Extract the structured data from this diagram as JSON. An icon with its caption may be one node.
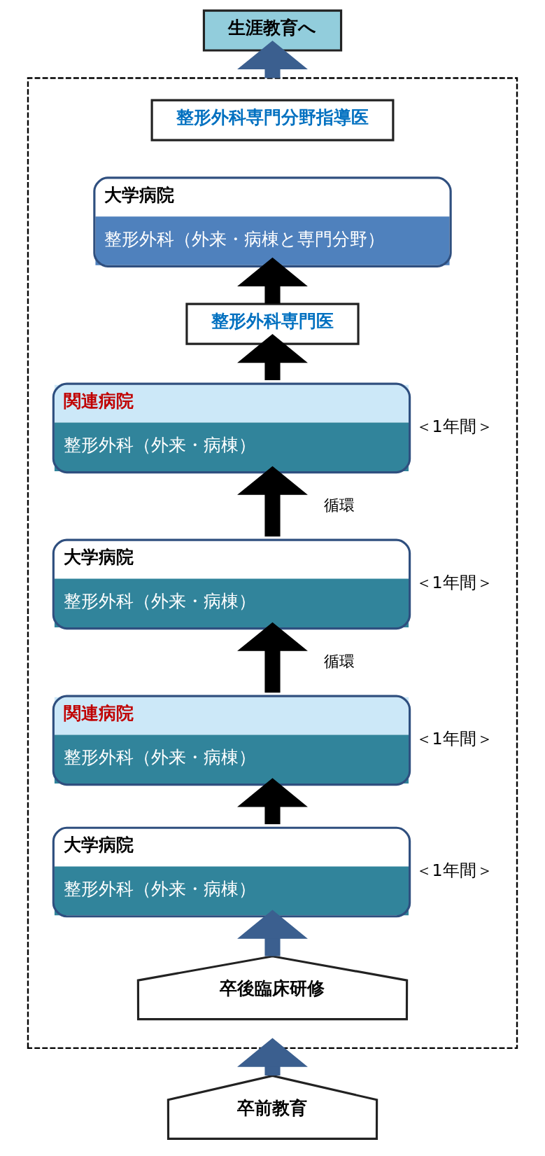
{
  "diagram": {
    "nodes": [
      {
        "text": [
          "生涯教育へ"
        ]
      },
      {
        "text": [],
        "shape": "box"
      },
      {
        "text": [
          "整形外科専門分野指導医"
        ],
        "in": 1
      },
      {
        "text": [
          "大学病院",
          "整形外科（外来・病棟と専門分野）"
        ],
        "in": 1
      },
      {
        "text": [
          "整形外科専門医"
        ],
        "in": 1
      },
      {
        "text": [
          "関連病院",
          "整形外科（外来・病棟）"
        ],
        "in": 1,
        "beside": [
          "＜1年間＞"
        ]
      },
      {
        "text": [
          "大学病院",
          "整形外科（外来・病棟）"
        ],
        "in": 1,
        "beside": [
          "＜1年間＞"
        ]
      },
      {
        "text": [
          "関連病院",
          "整形外科（外来・病棟）"
        ],
        "in": 1,
        "beside": [
          "＜1年間＞"
        ]
      },
      {
        "text": [
          "大学病院",
          "整形外科（外来・病棟）"
        ],
        "in": 1,
        "beside": [
          "＜1年間＞"
        ]
      },
      {
        "text": [
          "卒後臨床研修"
        ],
        "in": 1
      },
      {
        "text": [
          "卒前教育"
        ]
      }
    ],
    "edges": [
      {
        "from": 10,
        "to": 1,
        "arrow": "to",
        "color": "#3b5f8f"
      },
      {
        "from": 9,
        "to": 8,
        "arrow": "to",
        "color": "#3b5f8f"
      },
      {
        "from": 8,
        "to": 7,
        "arrow": "to"
      },
      {
        "from": 7,
        "to": 6,
        "arrow": "to",
        "label": "循環"
      },
      {
        "from": 6,
        "to": 5,
        "arrow": "to",
        "label": "循環"
      },
      {
        "from": 5,
        "to": 4,
        "arrow": "to"
      },
      {
        "from": 4,
        "to": 3,
        "arrow": "to"
      },
      {
        "from": 1,
        "to": 0,
        "arrow": "to",
        "color": "#3b5f8f"
      }
    ]
  }
}
